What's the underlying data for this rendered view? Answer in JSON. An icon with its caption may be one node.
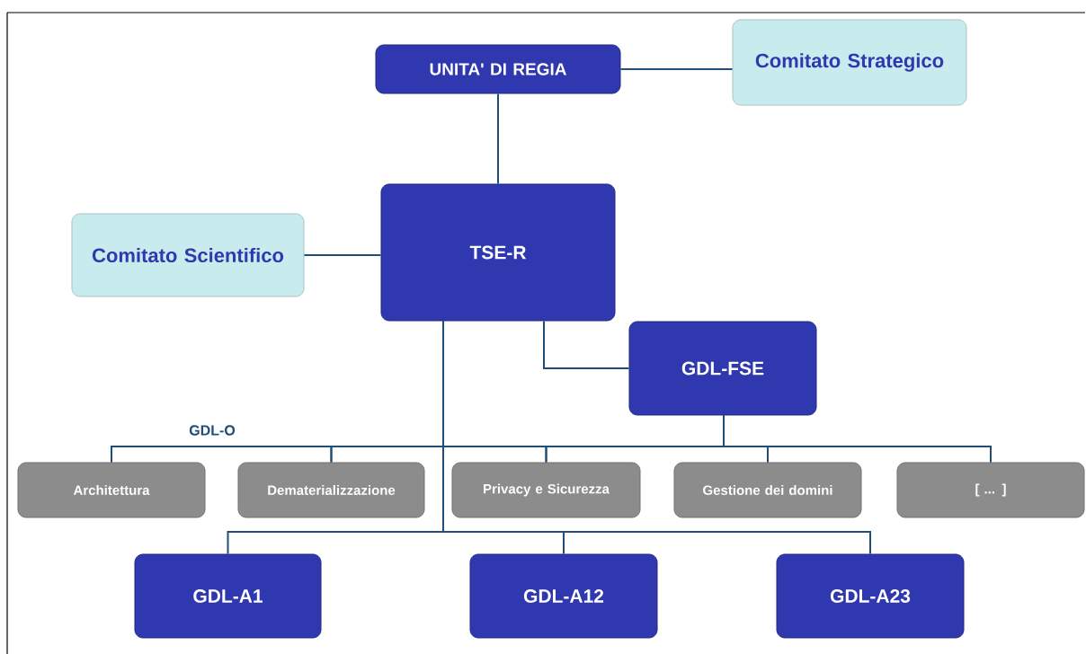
{
  "diagram": {
    "nodes": [
      {
        "text": [
          "UNITA' DI REGIA"
        ]
      },
      {
        "text": [
          "Comitato Strategico"
        ]
      },
      {
        "text": [
          "Comitato Scientifico"
        ]
      },
      {
        "text": [
          "TSE-R"
        ]
      },
      {
        "text": [
          "GDL-FSE"
        ]
      },
      {
        "text": [
          "Architettura"
        ]
      },
      {
        "text": [
          "Dematerializzazione"
        ]
      },
      {
        "text": [
          "Privacy e Sicurezza"
        ]
      },
      {
        "text": [
          "Gestione dei domini"
        ]
      },
      {
        "text": [
          "[ ... ]"
        ]
      },
      {
        "text": [
          "GDL-A1"
        ]
      },
      {
        "text": [
          "GDL-A12"
        ]
      },
      {
        "text": [
          "GDL-A23"
        ]
      }
    ],
    "edges": [
      {
        "from": 0,
        "to": 1,
        "arrow": "none"
      },
      {
        "from": 0,
        "to": 3,
        "arrow": "none"
      },
      {
        "from": 2,
        "to": 3,
        "arrow": "none"
      },
      {
        "from": 3,
        "to": 4,
        "arrow": "none"
      },
      {
        "from": 3,
        "to": 5,
        "arrow": "none"
      },
      {
        "from": 3,
        "to": 6,
        "arrow": "none"
      },
      {
        "from": 3,
        "to": 7,
        "arrow": "none"
      },
      {
        "from": 3,
        "to": 8,
        "arrow": "none"
      },
      {
        "from": 3,
        "to": 9,
        "arrow": "none"
      },
      {
        "from": 4,
        "to": 5,
        "arrow": "none"
      },
      {
        "from": 4,
        "to": 6,
        "arrow": "none"
      },
      {
        "from": 4,
        "to": 7,
        "arrow": "none"
      },
      {
        "from": 4,
        "to": 8,
        "arrow": "none"
      },
      {
        "from": 4,
        "to": 9,
        "arrow": "none"
      },
      {
        "from": 3,
        "to": 10,
        "arrow": "none"
      },
      {
        "from": 3,
        "to": 11,
        "arrow": "none"
      },
      {
        "from": 3,
        "to": 12,
        "arrow": "none"
      }
    ],
    "labels": [
      "GDL-O"
    ]
  }
}
